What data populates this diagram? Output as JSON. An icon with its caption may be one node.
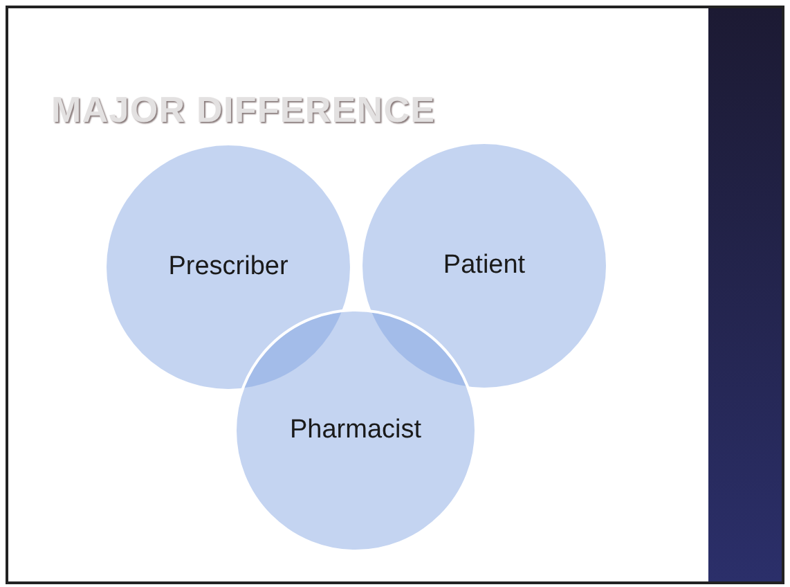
{
  "diagram": {
    "title": "MAJOR DIFFERENCE",
    "nodes": [
      {
        "text": [
          "Prescriber"
        ]
      },
      {
        "text": [
          "Patient"
        ]
      },
      {
        "text": [
          "Pharmacist"
        ]
      }
    ]
  }
}
